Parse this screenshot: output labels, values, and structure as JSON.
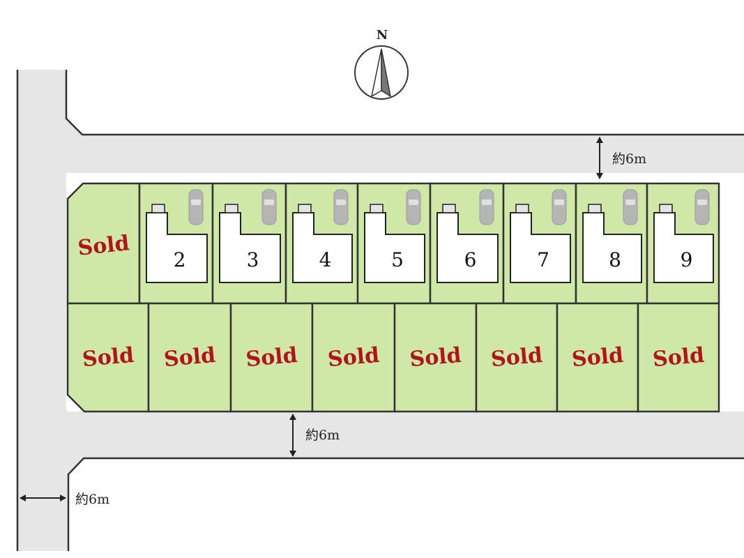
{
  "compass": {
    "label": "N"
  },
  "roads": {
    "north_width": "約6m",
    "south_width": "約6m",
    "west_width": "約6m"
  },
  "lots_top": [
    {
      "label": "Sold",
      "status": "sold"
    },
    {
      "label": "2",
      "status": "available"
    },
    {
      "label": "3",
      "status": "available"
    },
    {
      "label": "4",
      "status": "available"
    },
    {
      "label": "5",
      "status": "available"
    },
    {
      "label": "6",
      "status": "available"
    },
    {
      "label": "7",
      "status": "available"
    },
    {
      "label": "8",
      "status": "available"
    },
    {
      "label": "9",
      "status": "available"
    }
  ],
  "lots_bottom": [
    {
      "label": "Sold",
      "status": "sold"
    },
    {
      "label": "Sold",
      "status": "sold"
    },
    {
      "label": "Sold",
      "status": "sold"
    },
    {
      "label": "Sold",
      "status": "sold"
    },
    {
      "label": "Sold",
      "status": "sold"
    },
    {
      "label": "Sold",
      "status": "sold"
    },
    {
      "label": "Sold",
      "status": "sold"
    },
    {
      "label": "Sold",
      "status": "sold"
    }
  ],
  "colors": {
    "lot": "#cfe8a8",
    "road": "#e6e6e6",
    "sold": "#b0141c",
    "line": "#333333"
  }
}
